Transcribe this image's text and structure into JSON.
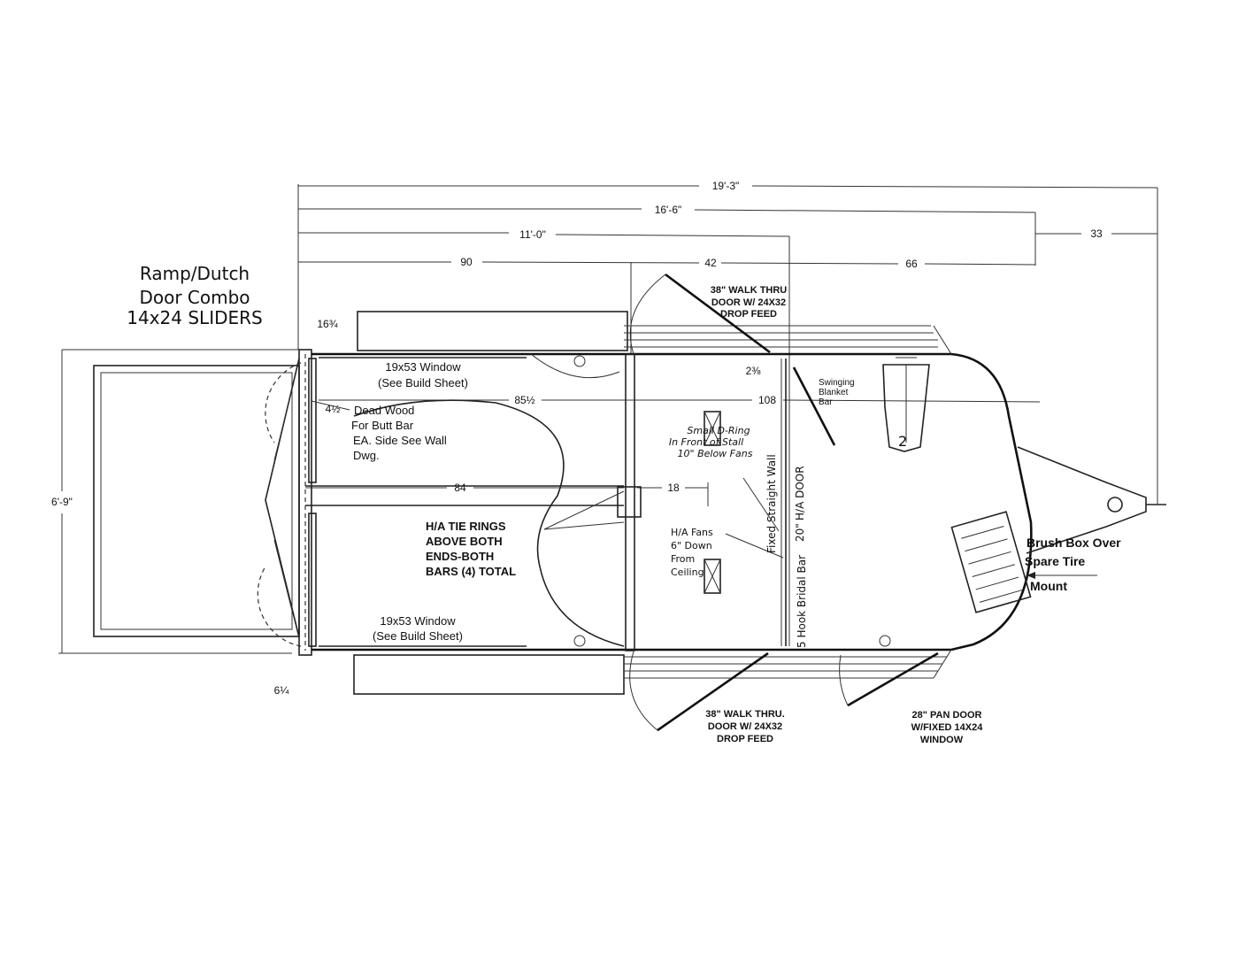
{
  "dimensions": {
    "overall": "19'-3\"",
    "d16_6": "16'-6\"",
    "d11_0": "11'-0\"",
    "d33": "33",
    "d90": "90",
    "d42": "42",
    "d66": "66",
    "d85": "85½",
    "d108": "108",
    "d84": "84",
    "d18": "18",
    "d16q": "16¾",
    "d4h": "4½",
    "d6q": "6¼",
    "d2": "2⅜",
    "width": "6'-9\"",
    "d20": "20\""
  },
  "title": {
    "line1": "Ramp/Dutch",
    "line2": "Door Combo",
    "line3": "14x24 SLIDERS"
  },
  "notes": {
    "walk_top_1": "38\" WALK THRU",
    "walk_top_2": "DOOR W/ 24X32",
    "walk_top_3": "DROP FEED",
    "window_top_1": "19x53 Window",
    "window_top_2": "(See Build Sheet)",
    "window_bot_1": "19x53 Window",
    "window_bot_2": "(See Build Sheet)",
    "deadwood_1": "Dead Wood",
    "deadwood_2": "For Butt Bar",
    "deadwood_3": "EA. Side See Wall",
    "deadwood_4": "Dwg.",
    "tie_1": "H/A TIE RINGS",
    "tie_2": "ABOVE BOTH",
    "tie_3": "ENDS-BOTH",
    "tie_4": "BARS (4) TOTAL",
    "swing_1": "Swinging",
    "swing_2": "Blanket",
    "swing_3": "Bar",
    "dring_1": "Small D-Ring",
    "dring_2": "In Front of Stall",
    "dring_3": "10\" Below Fans",
    "fans_1": "H/A Fans",
    "fans_2": "6\" Down",
    "fans_3": "From",
    "fans_4": "Ceiling",
    "fixed_wall": "Fixed Straight Wall",
    "ha_door": "H/A DOOR",
    "hook_bar": "5 Hook Bridal Bar",
    "brush_1": "Brush Box Over",
    "brush_2": "Spare Tire",
    "brush_3": "Mount",
    "walk_bot_1": "38\" WALK THRU.",
    "walk_bot_2": "DOOR W/ 24X32",
    "walk_bot_3": "DROP FEED",
    "pan_1": "28\" PAN DOOR",
    "pan_2": "W/FIXED 14X24",
    "pan_3": "WINDOW",
    "saddle_num": "2"
  }
}
